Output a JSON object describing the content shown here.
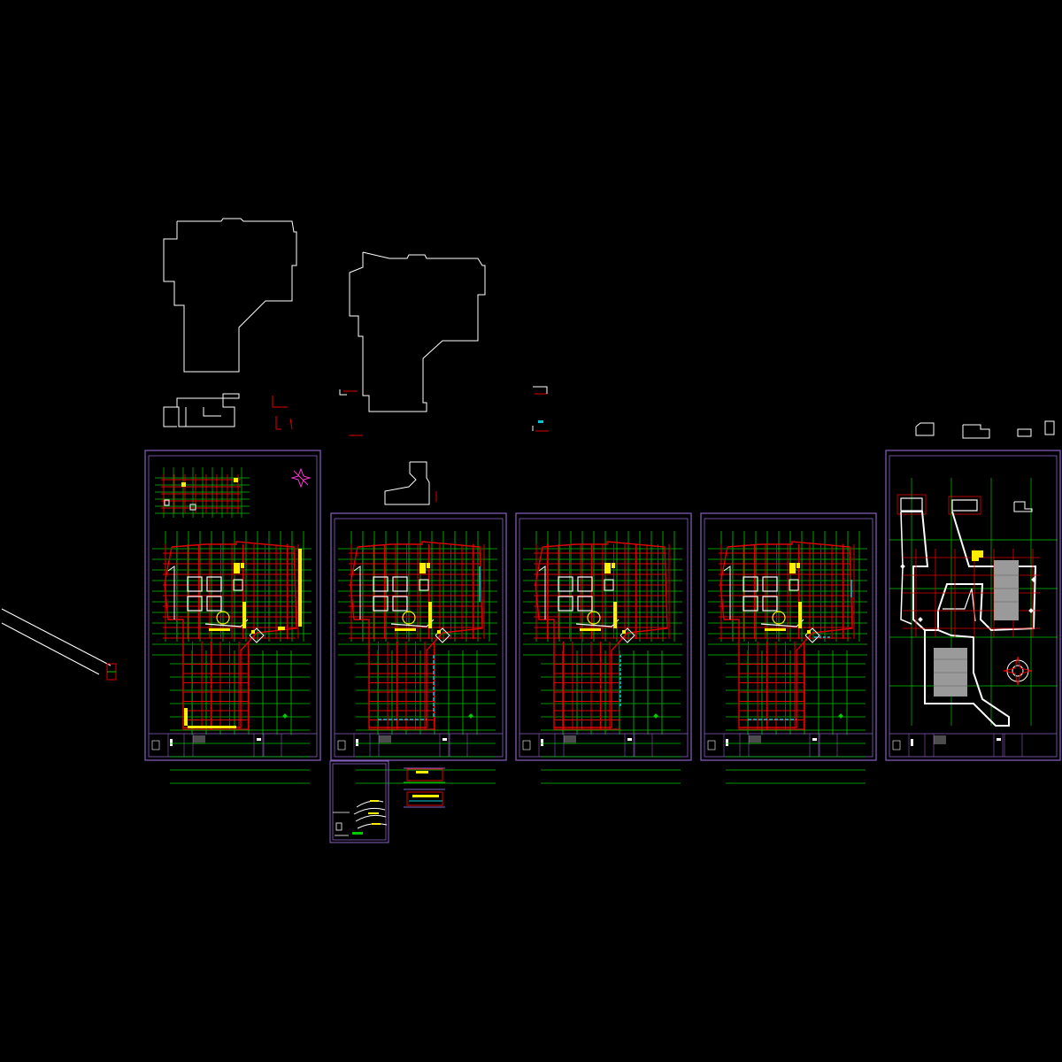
{
  "canvas": {
    "background": "#000000"
  },
  "colors": {
    "sheet_frame": "#8a5fc4",
    "outline": "#ffffff",
    "grid_axis": "#00c800",
    "structure": "#e00000",
    "highlight": "#ffee00",
    "accent": "#00c8d8",
    "hatch": "#9a9a9a",
    "marker": "#ff3ad2"
  },
  "drawing_set": {
    "sheet_count": 6,
    "sheets": [
      {
        "id": "sheet-1",
        "kind": "floor-plan",
        "has_key_plan": true
      },
      {
        "id": "sheet-2",
        "kind": "floor-plan",
        "has_key_plan": false
      },
      {
        "id": "sheet-3",
        "kind": "floor-plan",
        "has_key_plan": false
      },
      {
        "id": "sheet-4",
        "kind": "floor-plan",
        "has_key_plan": false
      },
      {
        "id": "sheet-5",
        "kind": "site-plan",
        "has_key_plan": true
      },
      {
        "id": "sheet-6",
        "kind": "detail",
        "has_key_plan": false
      }
    ]
  }
}
